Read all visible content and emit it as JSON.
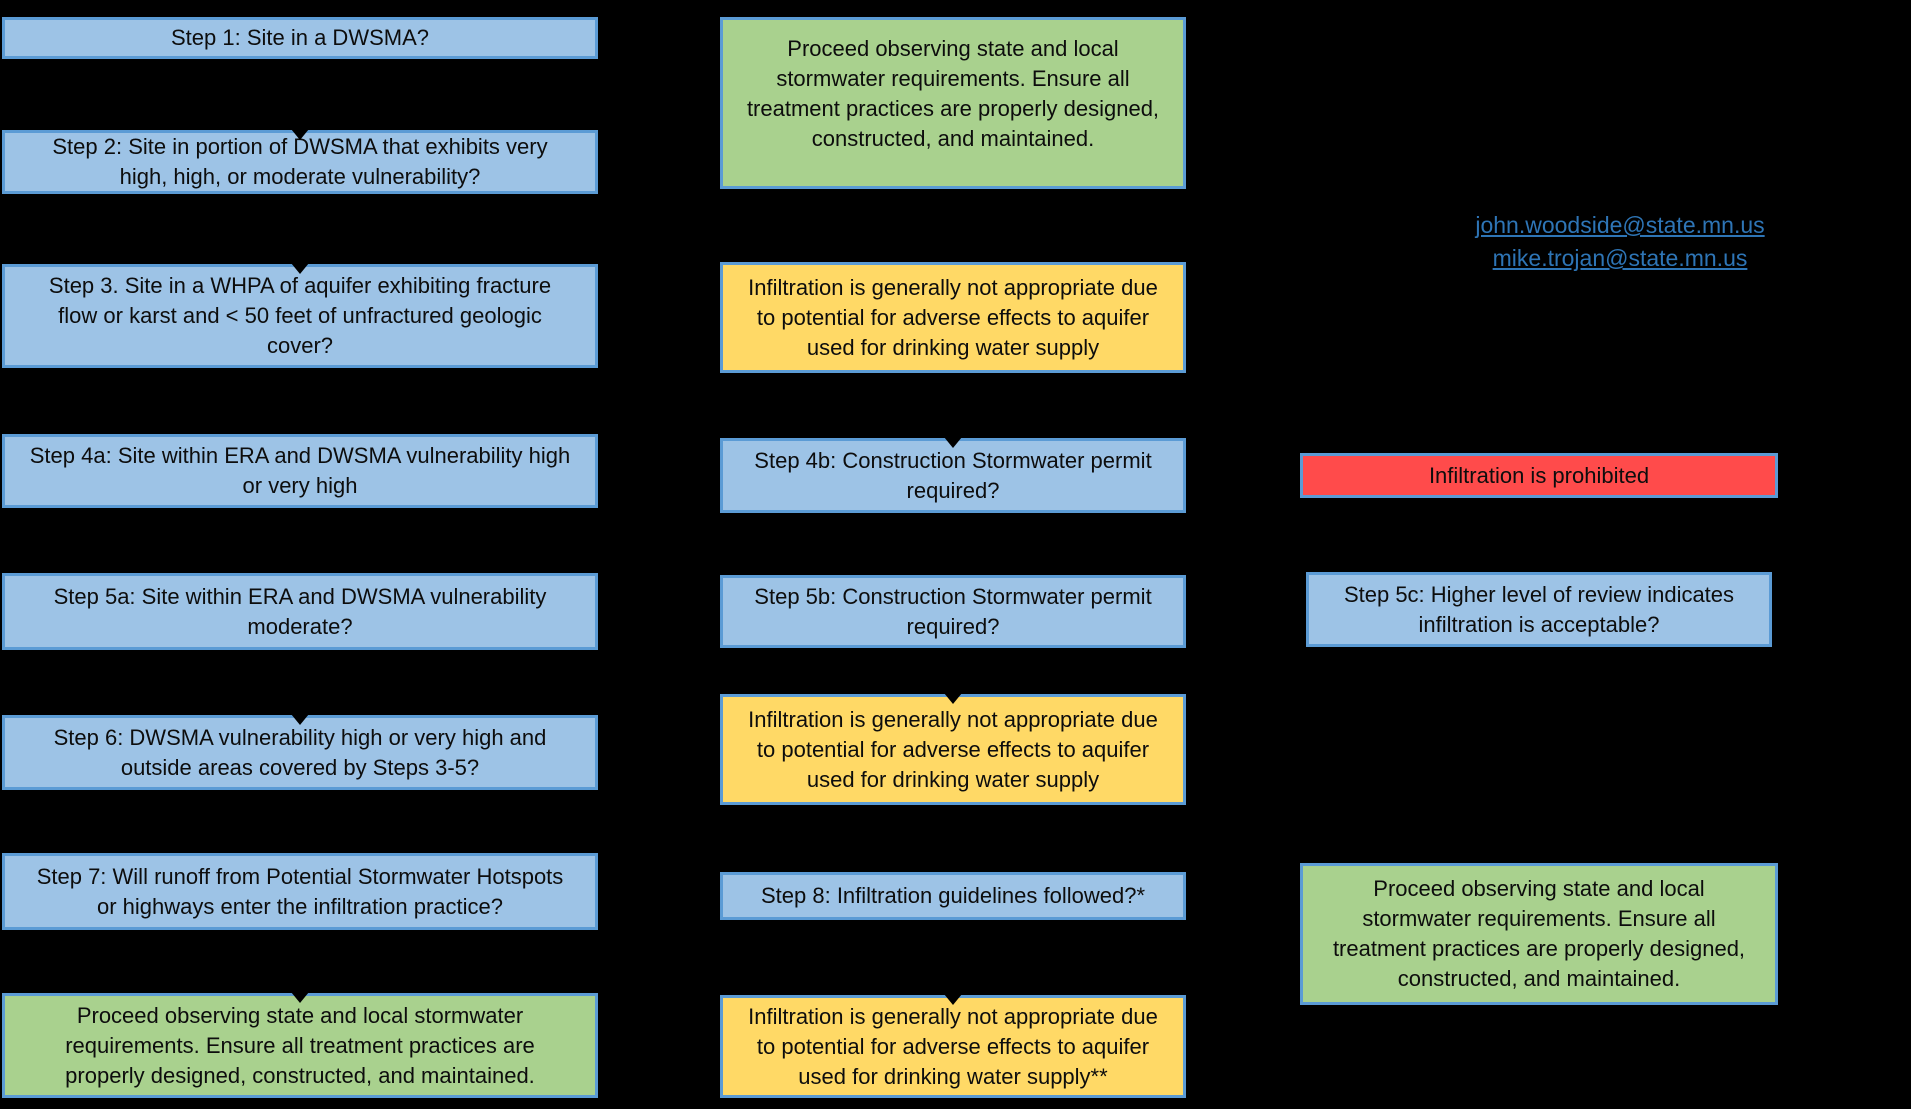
{
  "colors": {
    "blue_fill": "#9DC3E6",
    "green_fill": "#A9D18E",
    "yellow_fill": "#FFD966",
    "red_fill": "#FF4B4B",
    "border": "#5B9BD5",
    "link": "#2E75B6",
    "background": "#000000"
  },
  "nodes": {
    "step1": {
      "text": "Step 1: Site in a DWSMA?"
    },
    "step2": {
      "text": "Step 2: Site in portion of DWSMA that exhibits very\nhigh, high, or moderate vulnerability?"
    },
    "step3": {
      "text": "Step 3. Site in a WHPA of aquifer exhibiting fracture\nflow or karst and < 50 feet of unfractured geologic\ncover?"
    },
    "step4a": {
      "text": "Step 4a: Site within ERA and DWSMA vulnerability high\nor very high"
    },
    "step4b": {
      "text": "Step 4b: Construction Stormwater permit\nrequired?"
    },
    "step5a": {
      "text": "Step 5a: Site within ERA and DWSMA vulnerability\nmoderate?"
    },
    "step5b": {
      "text": "Step 5b: Construction Stormwater permit\nrequired?"
    },
    "step5c": {
      "text": "Step 5c: Higher level of review indicates\ninfiltration is acceptable?"
    },
    "step6": {
      "text": "Step 6: DWSMA vulnerability high or very high and\noutside areas covered by Steps 3-5?"
    },
    "step7": {
      "text": "Step 7: Will runoff from Potential Stormwater Hotspots\nor highways enter the infiltration practice?"
    },
    "step8": {
      "text": "Step 8: Infiltration guidelines followed?*"
    },
    "proceed_top": {
      "text": "Proceed observing state and local\nstormwater requirements. Ensure all\ntreatment practices are properly designed,\nconstructed, and maintained."
    },
    "proceed_right": {
      "text": "Proceed observing state and local\nstormwater requirements. Ensure all\ntreatment practices are properly designed,\nconstructed, and maintained."
    },
    "proceed_bottom_left": {
      "text": "Proceed observing state and local stormwater\nrequirements. Ensure all treatment practices are\nproperly designed, constructed, and maintained."
    },
    "not_appropriate_1": {
      "text": "Infiltration is generally not appropriate due\nto potential for adverse effects to aquifer\nused for drinking water supply"
    },
    "not_appropriate_2": {
      "text": "Infiltration is generally not appropriate due\nto potential for adverse effects to aquifer\nused for drinking water supply"
    },
    "not_appropriate_3": {
      "text": "Infiltration is generally not appropriate due\nto potential for adverse effects to aquifer\nused for drinking water supply**"
    },
    "prohibited": {
      "text": "Infiltration is prohibited"
    }
  },
  "contacts": {
    "email1": "john.woodside@state.mn.us",
    "email2": "mike.trojan@state.mn.us"
  }
}
